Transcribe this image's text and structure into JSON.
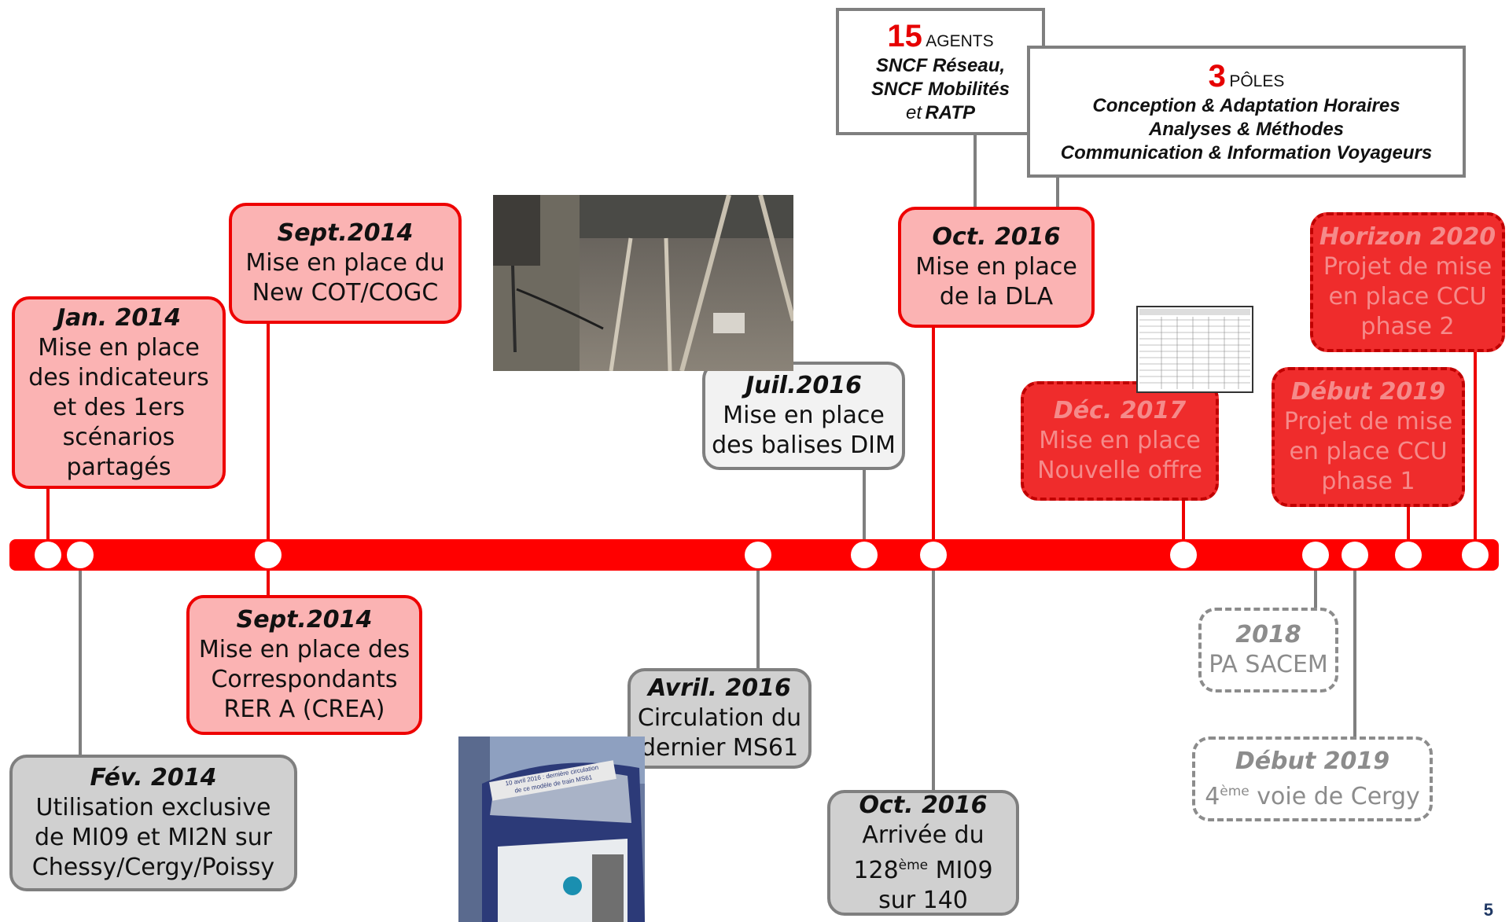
{
  "milestones_above": [
    {
      "date": "Jan. 2014",
      "lines": [
        "Mise en place",
        "des indicateurs",
        "et des 1ers",
        "scénarios",
        "partagés"
      ]
    },
    {
      "date": "Sept.2014",
      "lines": [
        "Mise en place du",
        "New COT/COGC"
      ]
    },
    {
      "date": "Juil.2016",
      "lines": [
        "Mise en place",
        "des balises DIM"
      ]
    },
    {
      "date": "Oct. 2016",
      "lines": [
        "Mise en place",
        "de la DLA"
      ]
    },
    {
      "date": "Déc. 2017",
      "lines": [
        "Mise en place",
        "Nouvelle offre"
      ]
    },
    {
      "date": "Début 2019",
      "lines": [
        "Projet de mise",
        "en place CCU",
        "phase 1"
      ]
    },
    {
      "date": "Horizon 2020",
      "lines": [
        "Projet de mise",
        "en place CCU",
        "phase 2"
      ]
    }
  ],
  "milestones_below": [
    {
      "date": "Fév. 2014",
      "lines": [
        "Utilisation exclusive",
        "de MI09 et MI2N sur",
        "Chessy/Cergy/Poissy"
      ]
    },
    {
      "date": "Sept.2014",
      "lines": [
        "Mise en place des",
        "Correspondants",
        "RER A (CREA)"
      ]
    },
    {
      "date": "Avril. 2016",
      "lines": [
        "Circulation du",
        "dernier MS61"
      ]
    },
    {
      "date": "Oct. 2016",
      "line1": "Arrivée du",
      "l2_pre": "128",
      "l2_sup": "ème",
      "l2_post": " MI09",
      "line3": "sur 140"
    },
    {
      "date": "2018",
      "lines": [
        "PA SACEM"
      ]
    },
    {
      "date": "Début 2019",
      "l_sup_pre": "4",
      "l_sup": "ème",
      "l_post": " voie de Cergy"
    }
  ],
  "agents_box": {
    "number": "15",
    "label": "AGENTS",
    "line1": "SNCF Réseau,",
    "line2": "SNCF Mobilités",
    "line3_pre": "et",
    "line3_post": "RATP"
  },
  "poles_box": {
    "number": "3",
    "label": "PÔLES",
    "items": [
      "Conception & Adaptation  Horaires",
      "Analyses & Méthodes",
      "Communication & Information Voyageurs"
    ]
  },
  "train_photo": {
    "banner_line1": "10 avril 2016 : dernière circulation",
    "banner_line2": "de ce modèle de train MS61"
  },
  "page_number": "5",
  "colors": {
    "timeline": "#ff0000",
    "done_box": "#fbb3b3",
    "grey_box": "#d0d0d0",
    "future_box": "#ef2c2c"
  }
}
